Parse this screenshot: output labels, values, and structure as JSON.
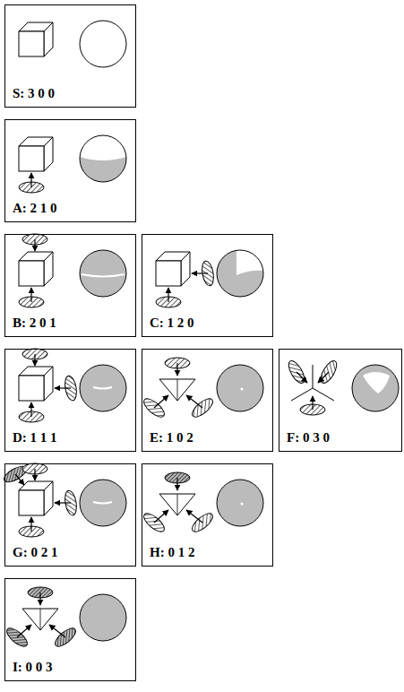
{
  "diagram": {
    "nodes": [
      {
        "text": [
          "S: 3 0 0"
        ]
      },
      {
        "text": [
          "A: 2 1 0"
        ]
      },
      {
        "text": [
          "B: 2 0 1"
        ]
      },
      {
        "text": [
          "C: 1 2 0"
        ]
      },
      {
        "text": [
          "D: 1 1 1"
        ]
      },
      {
        "text": [
          "E: 1 0 2"
        ]
      },
      {
        "text": [
          "F: 0 3 0"
        ]
      },
      {
        "text": [
          "G: 0 2 1"
        ]
      },
      {
        "text": [
          "H: 0 1 2"
        ]
      },
      {
        "text": [
          "I: 0 0 3"
        ]
      }
    ]
  }
}
